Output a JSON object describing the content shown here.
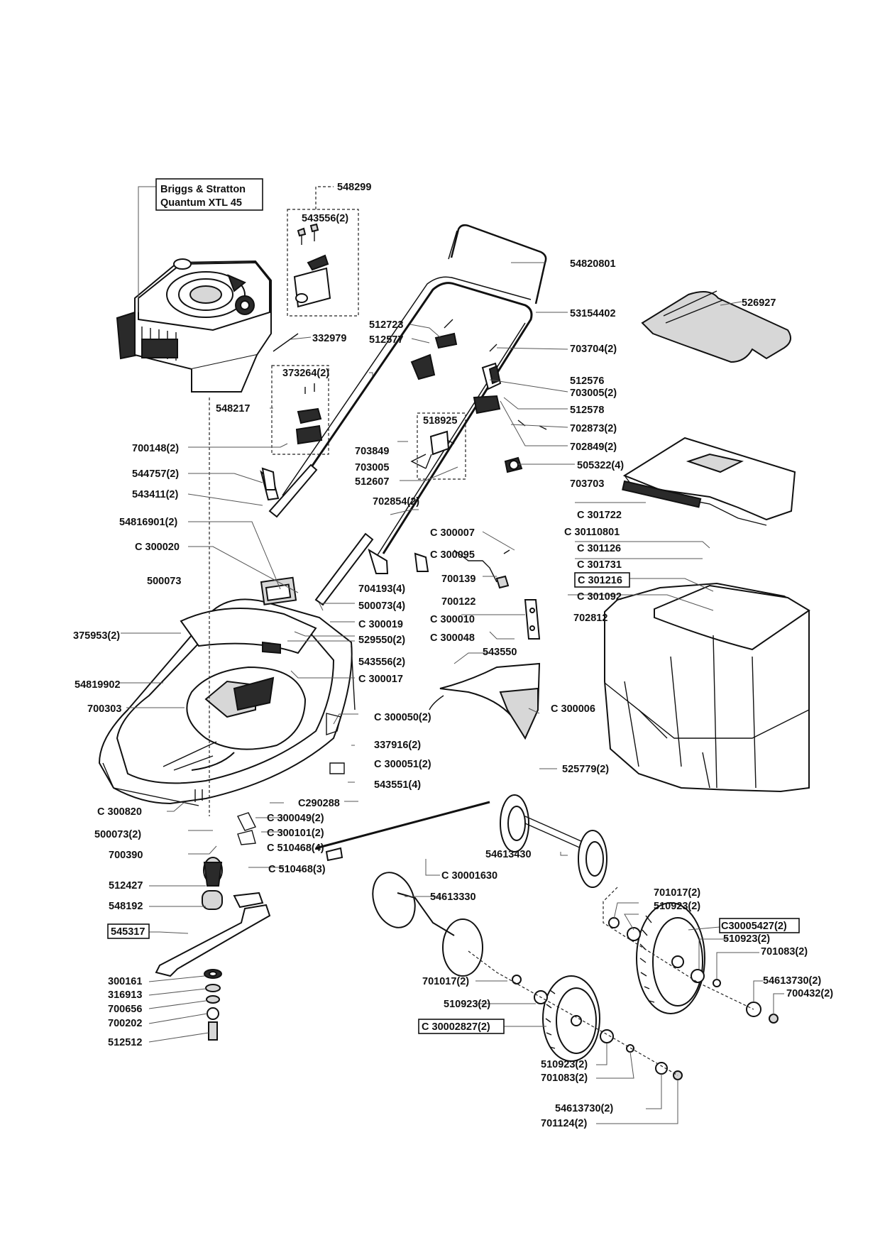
{
  "engine_label": {
    "line1": "Briggs & Stratton",
    "line2": "Quantum XTL 45"
  },
  "labels": {
    "l548299": "548299",
    "l543556a": "543556(2)",
    "l54820801": "54820801",
    "l526927": "526927",
    "l53154402": "53154402",
    "l512723": "512723",
    "l512577": "512577",
    "l332979": "332979",
    "l703704": "703704(2)",
    "l373264": "373264(2)",
    "l512576": "512576",
    "l703005a": "703005(2)",
    "l548217": "548217",
    "l512578": "512578",
    "l518925": "518925",
    "l702873": "702873(2)",
    "l702849": "702849(2)",
    "l700148": "700148(2)",
    "l703849": "703849",
    "l703005b": "703005",
    "l505322": "505322(4)",
    "l512607": "512607",
    "l703703": "703703",
    "l544757": "544757(2)",
    "l543411": "543411(2)",
    "l702854": "702854(2)",
    "lC301722": "C 301722",
    "lC30110801": "C 30110801",
    "l54816901": "54816901(2)",
    "lC300007": "C 300007",
    "lC301126": "C 301126",
    "lC300020": "C 300020",
    "lC300095": "C 300095",
    "lC301731": "C 301731",
    "lC301216": "C 301216",
    "l500073a": "500073",
    "l700139": "700139",
    "l704193": "704193(4)",
    "lC301092": "C 301092",
    "l500073b": "500073(4)",
    "l700122": "700122",
    "lC300010": "C 300010",
    "l702812": "702812",
    "lC300019": "C 300019",
    "l375953": "375953(2)",
    "l529550": "529550(2)",
    "lC300048": "C 300048",
    "l543550": "543550",
    "l543556b": "543556(2)",
    "lC300017": "C 300017",
    "l54819902": "54819902",
    "l700303": "700303",
    "lC300006": "C 300006",
    "lC300050": "C 300050(2)",
    "l337916": "337916(2)",
    "lC300051": "C 300051(2)",
    "l525779": "525779(2)",
    "l543551": "543551(4)",
    "lC290288": "C290288",
    "lC300820": "C 300820",
    "lC300049": "C 300049(2)",
    "lC300101": "C 300101(2)",
    "l500073c": "500073(2)",
    "lC510468a": "C 510468(4)",
    "l700390": "700390",
    "l54613430": "54613430",
    "lC510468b": "C 510468(3)",
    "lC30001630": "C 30001630",
    "l512427": "512427",
    "l54613330": "54613330",
    "l701017a": "701017(2)",
    "l510923a": "510923(2)",
    "l548192": "548192",
    "lC30005427": "C30005427(2)",
    "l545317": "545317",
    "l510923b": "510923(2)",
    "l701083a": "701083(2)",
    "l300161": "300161",
    "l701017b": "701017(2)",
    "l54613730a": "54613730(2)",
    "l316913": "316913",
    "l700432": "700432(2)",
    "l510923c": "510923(2)",
    "l700656": "700656",
    "l700202": "700202",
    "lC30002827": "C 30002827(2)",
    "l512512": "512512",
    "l510923d": "510923(2)",
    "l701083b": "701083(2)",
    "l54613730b": "54613730(2)",
    "l701124": "701124(2)"
  }
}
